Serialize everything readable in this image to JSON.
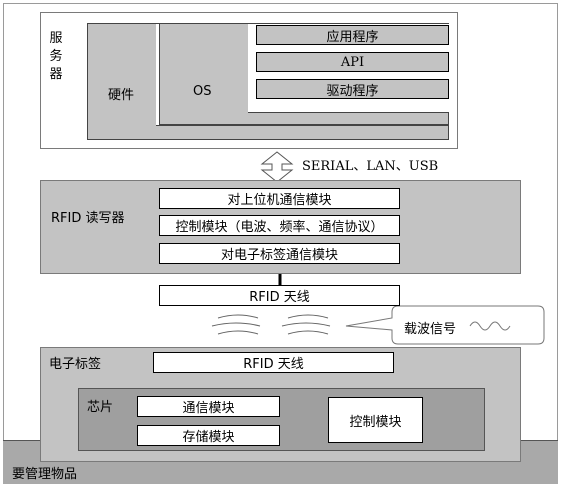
{
  "server": {
    "label_chars": [
      "服",
      "务",
      "器"
    ],
    "hardware": "硬件",
    "os": "OS",
    "app": "应用程序",
    "api": "API",
    "driver": "驱动程序"
  },
  "interface_label": "SERIAL、LAN、USB",
  "reader": {
    "label": "RFID 读写器",
    "host_comm": "对上位机通信模块",
    "control": "控制模块（电波、频率、通信协议）",
    "tag_comm": "对电子标签通信模块",
    "antenna": "RFID 天线"
  },
  "carrier_label": "载波信号",
  "tag": {
    "label": "电子标签",
    "antenna": "RFID 天线",
    "chip_label": "芯片",
    "comm": "通信模块",
    "storage": "存储模块",
    "control": "控制模块"
  },
  "managed_item": "要管理物品"
}
